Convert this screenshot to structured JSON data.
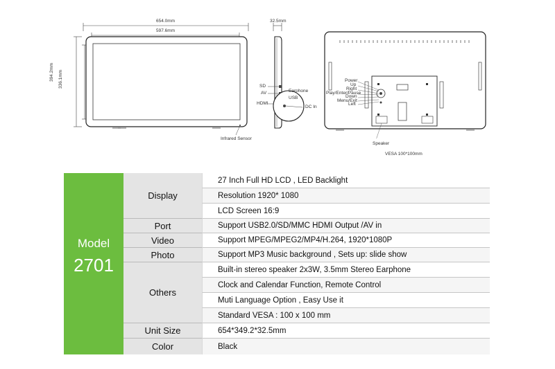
{
  "diagram": {
    "front": {
      "width_label": "654.0mm",
      "inner_width_label": "597.6mm",
      "height_label": "394.2mm",
      "inner_height_label": "336.1mm",
      "sensor_label": "Infrared Sensor"
    },
    "side": {
      "depth_label": "32.5mm",
      "ports_left": [
        "SD",
        "AV",
        "HDMI"
      ],
      "ports_right": [
        "Earphone",
        "USB"
      ],
      "dc_label": "DC In"
    },
    "back": {
      "buttons": [
        "Power",
        "Up",
        "Right",
        "Play/Enter/Pause",
        "Down",
        "Menu/Exit",
        "Left"
      ],
      "speaker_label": "Speaker",
      "vesa_label": "VESA 100*100mm"
    }
  },
  "spec": {
    "model_word": "Model",
    "model_number": "2701",
    "rows": [
      {
        "category": "Display",
        "values": [
          "27 Inch Full HD LCD , LED Backlight",
          "Resolution  1920* 1080",
          "LCD Screen 16:9"
        ]
      },
      {
        "category": "Port",
        "values": [
          "Support USB2.0/SD/MMC     HDMI Output /AV in"
        ]
      },
      {
        "category": "Video",
        "values": [
          "Support MPEG/MPEG2/MP4/H.264,  1920*1080P"
        ]
      },
      {
        "category": "Photo",
        "values": [
          "Support MP3 Music background , Sets up: slide show"
        ]
      },
      {
        "category": "Others",
        "values": [
          "Built-in stereo speaker 2x3W,  3.5mm Stereo Earphone",
          "Clock and Calendar Function, Remote Control",
          "Muti Language Option , Easy Use it",
          "Standard VESA : 100 x 100 mm"
        ]
      },
      {
        "category": "Unit Size",
        "values": [
          "654*349.2*32.5mm"
        ]
      },
      {
        "category": "Color",
        "values": [
          "Black"
        ]
      }
    ]
  },
  "colors": {
    "model_green": "#6cbd3f",
    "category_gray": "#e4e4e4",
    "line": "#333333"
  }
}
